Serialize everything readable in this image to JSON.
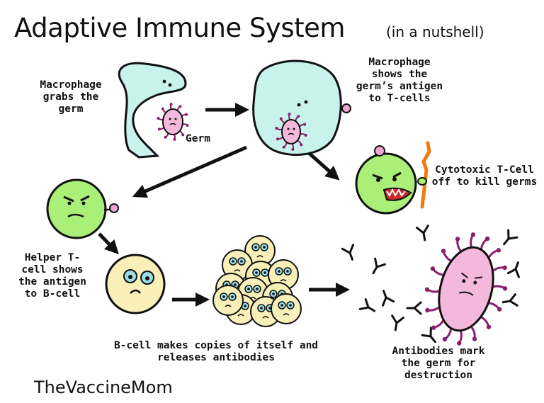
{
  "title": "Adaptive Immune System",
  "subtitle": "(in a nutshell)",
  "labels": {
    "macrophage_grabs": "Macrophage\ngrabs the\ngerm",
    "germ": "Germ",
    "macrophage_shows": "Macrophage\nshows the\ngerm’s antigen\nto T-cells",
    "cytotoxic": "Cytotoxic T-Cell\noff to kill germs",
    "helper": "Helper T-\ncell shows\nthe antigen\nto B-cell",
    "bcell_copies": "B-cell makes copies of itself and\nreleases antibodies",
    "antibodies_mark": "Antibodies mark\nthe germ for\ndestruction"
  },
  "brand": "TheVaccineMom",
  "colors": {
    "macrophage": "#c8f2ec",
    "germ": "#f4b8dc",
    "germ_spikes": "#8a1f70",
    "tcell": "#a9ef78",
    "bcell": "#f8f0b8",
    "eye": "#9adbe4",
    "mouth": "#cc2b2b",
    "stick": "#f07a10",
    "tab": "#f2a6cf"
  }
}
